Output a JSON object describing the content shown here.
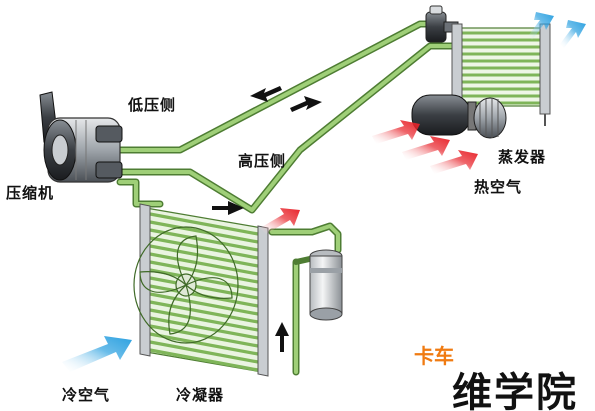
{
  "labels": {
    "low_pressure_side": "低压侧",
    "high_pressure_side": "高压侧",
    "compressor": "压缩机",
    "evaporator": "蒸发器",
    "hot_air": "热空气",
    "cold_air": "冷空气",
    "condenser": "冷凝器"
  },
  "watermark": {
    "line1": "卡车",
    "line2": "维学院"
  },
  "colors": {
    "pipe": "#8fc06a",
    "pipe_dark": "#4e7d33",
    "coil": "#7fb559",
    "hot_arrow": "#e8232a",
    "cold_arrow": "#2aa0e0",
    "watermark_orange": "#f07b12",
    "watermark_black": "#111111",
    "metal": "#9aa0a6"
  }
}
